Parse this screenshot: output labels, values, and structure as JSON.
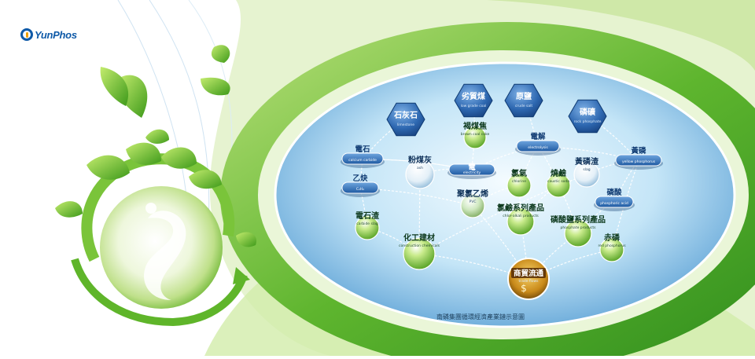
{
  "logo": {
    "text": "YunPhos"
  },
  "caption": "南磷集團循環經濟產業鏈示意圖",
  "colors": {
    "green_dark": "#3c9a1c",
    "green_light": "#9fd34a",
    "blue_dark": "#1a5fa8",
    "blue_light": "#bfe4f7"
  },
  "nodes": {
    "limestone": {
      "zh": "石灰石",
      "en": "limestone"
    },
    "coal": {
      "zh": "劣質煤",
      "en": "low grade coal"
    },
    "salt": {
      "zh": "原鹽",
      "en": "crude salt"
    },
    "rock": {
      "zh": "磷礦",
      "en": "rock phosphate"
    },
    "carbide": {
      "zh": "電石",
      "en": "calcium carbide"
    },
    "acetylene": {
      "zh": "乙炔",
      "en": "C₂H₂"
    },
    "carbide_slag": {
      "zh": "電石渣",
      "en": "carbide slag"
    },
    "ash": {
      "zh": "粉煤灰",
      "en": "ash"
    },
    "lignite": {
      "zh": "褐煤焦",
      "en": "brown coal coke"
    },
    "electricity": {
      "zh": "電",
      "en": "electricity"
    },
    "electrolysis": {
      "zh": "電解",
      "en": "electrolysis"
    },
    "chlorine": {
      "zh": "氯氣",
      "en": "chlorine"
    },
    "caustic": {
      "zh": "燒鹼",
      "en": "caustic soda"
    },
    "pvc": {
      "zh": "聚氯乙烯",
      "en": "PVC"
    },
    "chlor_products": {
      "zh": "氯鹼系列產品",
      "en": "chlor-alkali products"
    },
    "slag": {
      "zh": "黃磷渣",
      "en": "slag"
    },
    "yellow_p": {
      "zh": "黃磷",
      "en": "yellow phosphorus"
    },
    "phos_acid": {
      "zh": "磷酸",
      "en": "phosphoric acid"
    },
    "phos_products": {
      "zh": "磷酸鹽系列產品",
      "en": "phosphate products"
    },
    "red_p": {
      "zh": "赤磷",
      "en": "red phosphorus"
    },
    "building": {
      "zh": "化工建材",
      "en": "construction chemicals"
    },
    "trade": {
      "zh": "商貿流通",
      "en": "trade flows"
    }
  }
}
